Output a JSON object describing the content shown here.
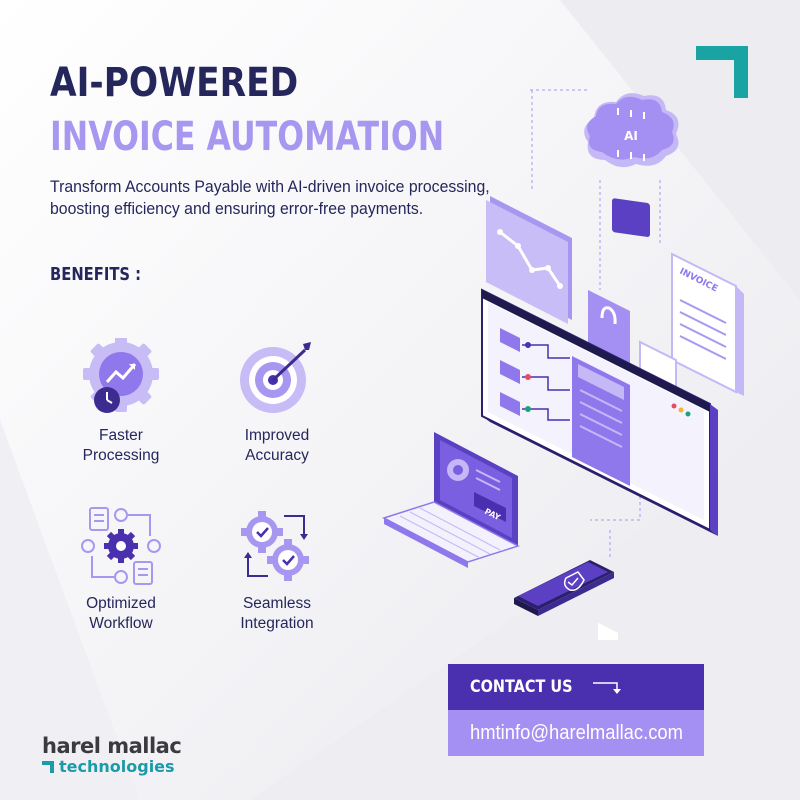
{
  "colors": {
    "navy": "#25275c",
    "lavender": "#a897f0",
    "purple": "#4a2fae",
    "teal": "#1b9aa8"
  },
  "headline": {
    "line1": "AI-POWERED",
    "line2": "INVOICE AUTOMATION"
  },
  "subtitle": "Transform Accounts Payable with AI-driven invoice processing, boosting efficiency and ensuring error-free payments.",
  "benefits": {
    "heading": "BENEFITS :",
    "items": [
      {
        "label": "Faster\nProcessing",
        "icon": "gear-clock-icon"
      },
      {
        "label": "Improved\nAccuracy",
        "icon": "target-icon"
      },
      {
        "label": "Optimized\nWorkflow",
        "icon": "workflow-icon"
      },
      {
        "label": "Seamless\nIntegration",
        "icon": "integration-icon"
      }
    ]
  },
  "illustration": {
    "ai_chip_label": "AI",
    "invoice_label": "INVOICE",
    "pay_label": "PAY"
  },
  "contact": {
    "label": "CONTACT US",
    "email": "hmtinfo@harelmallac.com"
  },
  "logo": {
    "name": "harel mallac",
    "sub": "technologies"
  }
}
